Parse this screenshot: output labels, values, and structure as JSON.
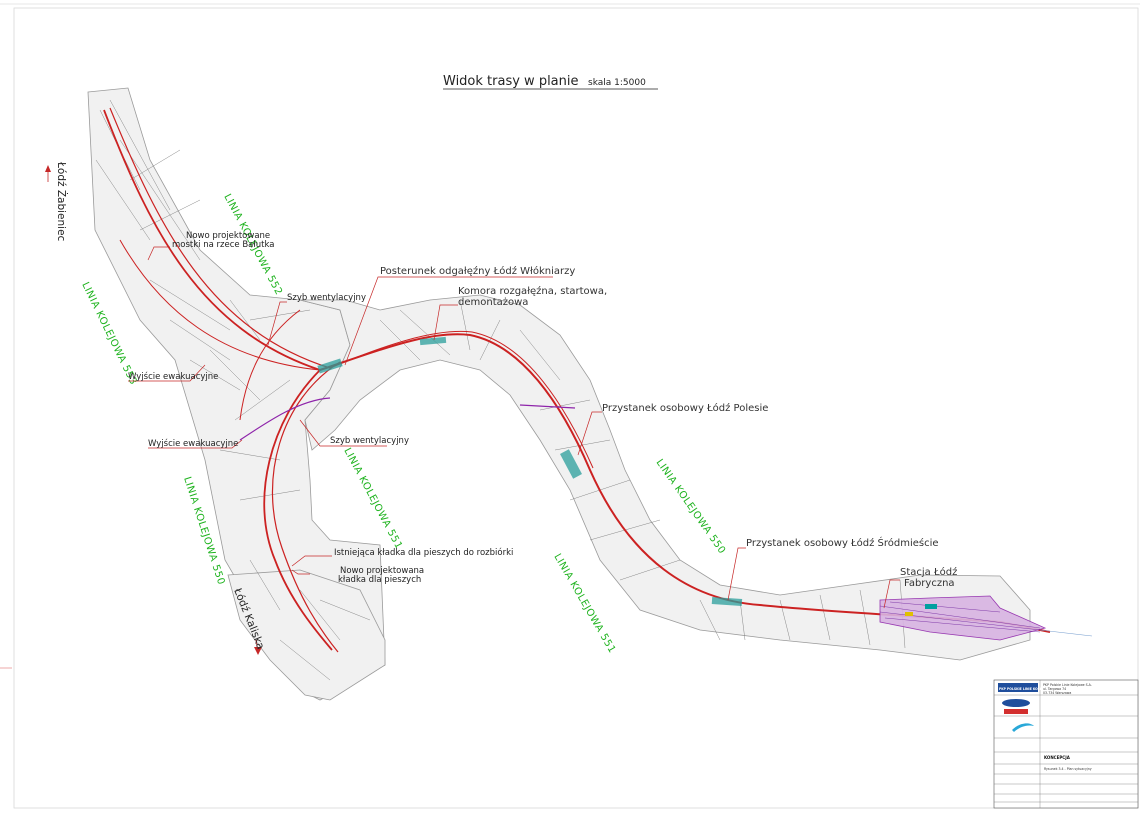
{
  "title": "Widok trasy w planie",
  "scale": "skala 1:5000",
  "directions": {
    "zabieniec": "Łódź Żabieniec",
    "kaliska": "Łódź Kaliska"
  },
  "lines": {
    "l552": "LINIA KOLEJOWA 552",
    "l553": "LINIA KOLEJOWA 553",
    "l551a": "LINIA KOLEJOWA 551",
    "l550a": "LINIA KOLEJOWA 550",
    "l550b": "LINIA KOLEJOWA 550",
    "l551b": "LINIA KOLEJOWA 551"
  },
  "labels": {
    "mostki1": "Nowo projektowane",
    "mostki2": "mostki na rzece Bałutka",
    "posterunek": "Posterunek odgałęźny Łódź Włókniarzy",
    "komora1": "Komora rozgałęźna, startowa,",
    "komora2": "demontażowa",
    "szyb1": "Szyb wentylacyjny",
    "wyjscie1": "Wyjście ewakuacyjne",
    "polesie": "Przystanek osobowy Łódź Polesie",
    "wyjscie2": "Wyjście ewakuacyjne",
    "szyb2": "Szyb wentylacyjny",
    "kladka_ist": "Istniejąca kładka dla pieszych do rozbiórki",
    "kladka_new1": "Nowo projektowana",
    "kladka_new2": "kładka dla pieszych",
    "srodmiescie": "Przystanek osobowy Łódź Śródmieście",
    "fabryczna1": "Stacja Łódź",
    "fabryczna2": "Fabryczna"
  },
  "title_block": {
    "company": "PKP POLSKIE LINIE KOLEJOWE S.A.",
    "address1": "PKP Polskie Linie Kolejowe S.A.",
    "address2": "ul. Targowa 74",
    "address3": "03-734 Warszawa",
    "stage": "KONCEPCJA",
    "drawing": "Rysunek 3.4 - Plan sytuacyjny"
  },
  "colors": {
    "route": "#cc2222",
    "station": "#2a9d9b",
    "line_label": "#1fb31f",
    "detail": "#8e24aa"
  }
}
